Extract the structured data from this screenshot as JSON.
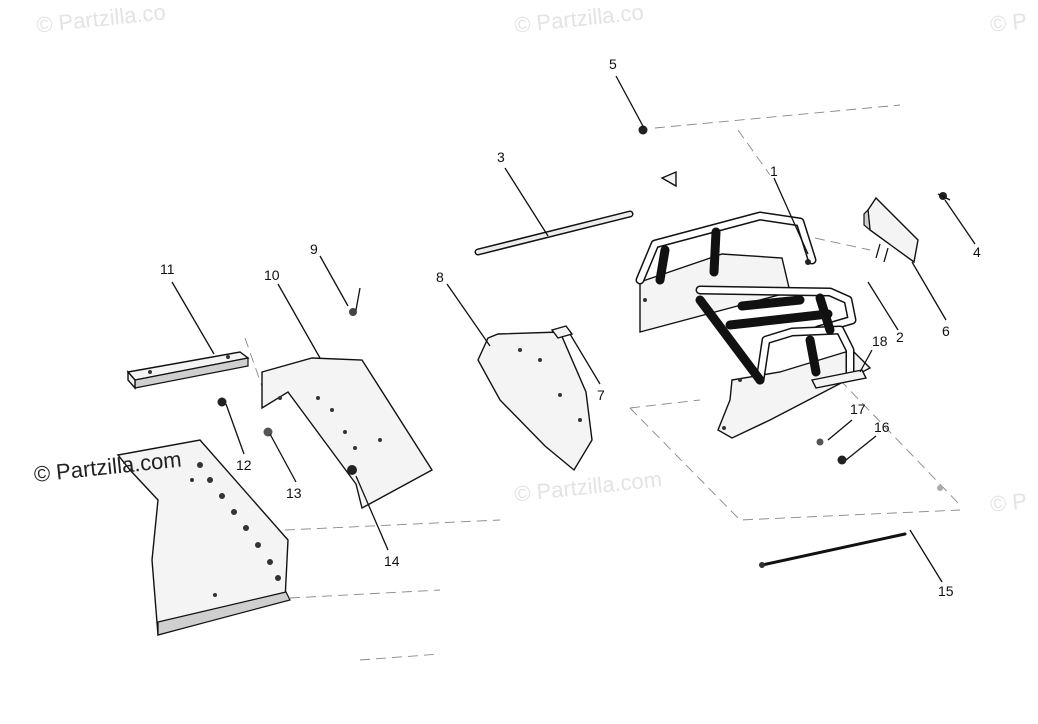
{
  "watermarks": {
    "main": "© Partzilla.com",
    "faint": [
      "© Partzilla.co",
      "© Partzilla.co",
      "© P",
      "© Partzilla.com",
      "© P"
    ]
  },
  "callouts": [
    {
      "id": "callout-1",
      "text": "1"
    },
    {
      "id": "callout-2",
      "text": "2"
    },
    {
      "id": "callout-3",
      "text": "3"
    },
    {
      "id": "callout-4",
      "text": "4"
    },
    {
      "id": "callout-5",
      "text": "5"
    },
    {
      "id": "callout-6",
      "text": "6"
    },
    {
      "id": "callout-7",
      "text": "7"
    },
    {
      "id": "callout-8",
      "text": "8"
    },
    {
      "id": "callout-9",
      "text": "9"
    },
    {
      "id": "callout-10",
      "text": "10"
    },
    {
      "id": "callout-11",
      "text": "11"
    },
    {
      "id": "callout-12",
      "text": "12"
    },
    {
      "id": "callout-13",
      "text": "13"
    },
    {
      "id": "callout-14",
      "text": "14"
    },
    {
      "id": "callout-15",
      "text": "15"
    },
    {
      "id": "callout-16",
      "text": "16"
    },
    {
      "id": "callout-17",
      "text": "17"
    },
    {
      "id": "callout-18",
      "text": "18"
    }
  ]
}
